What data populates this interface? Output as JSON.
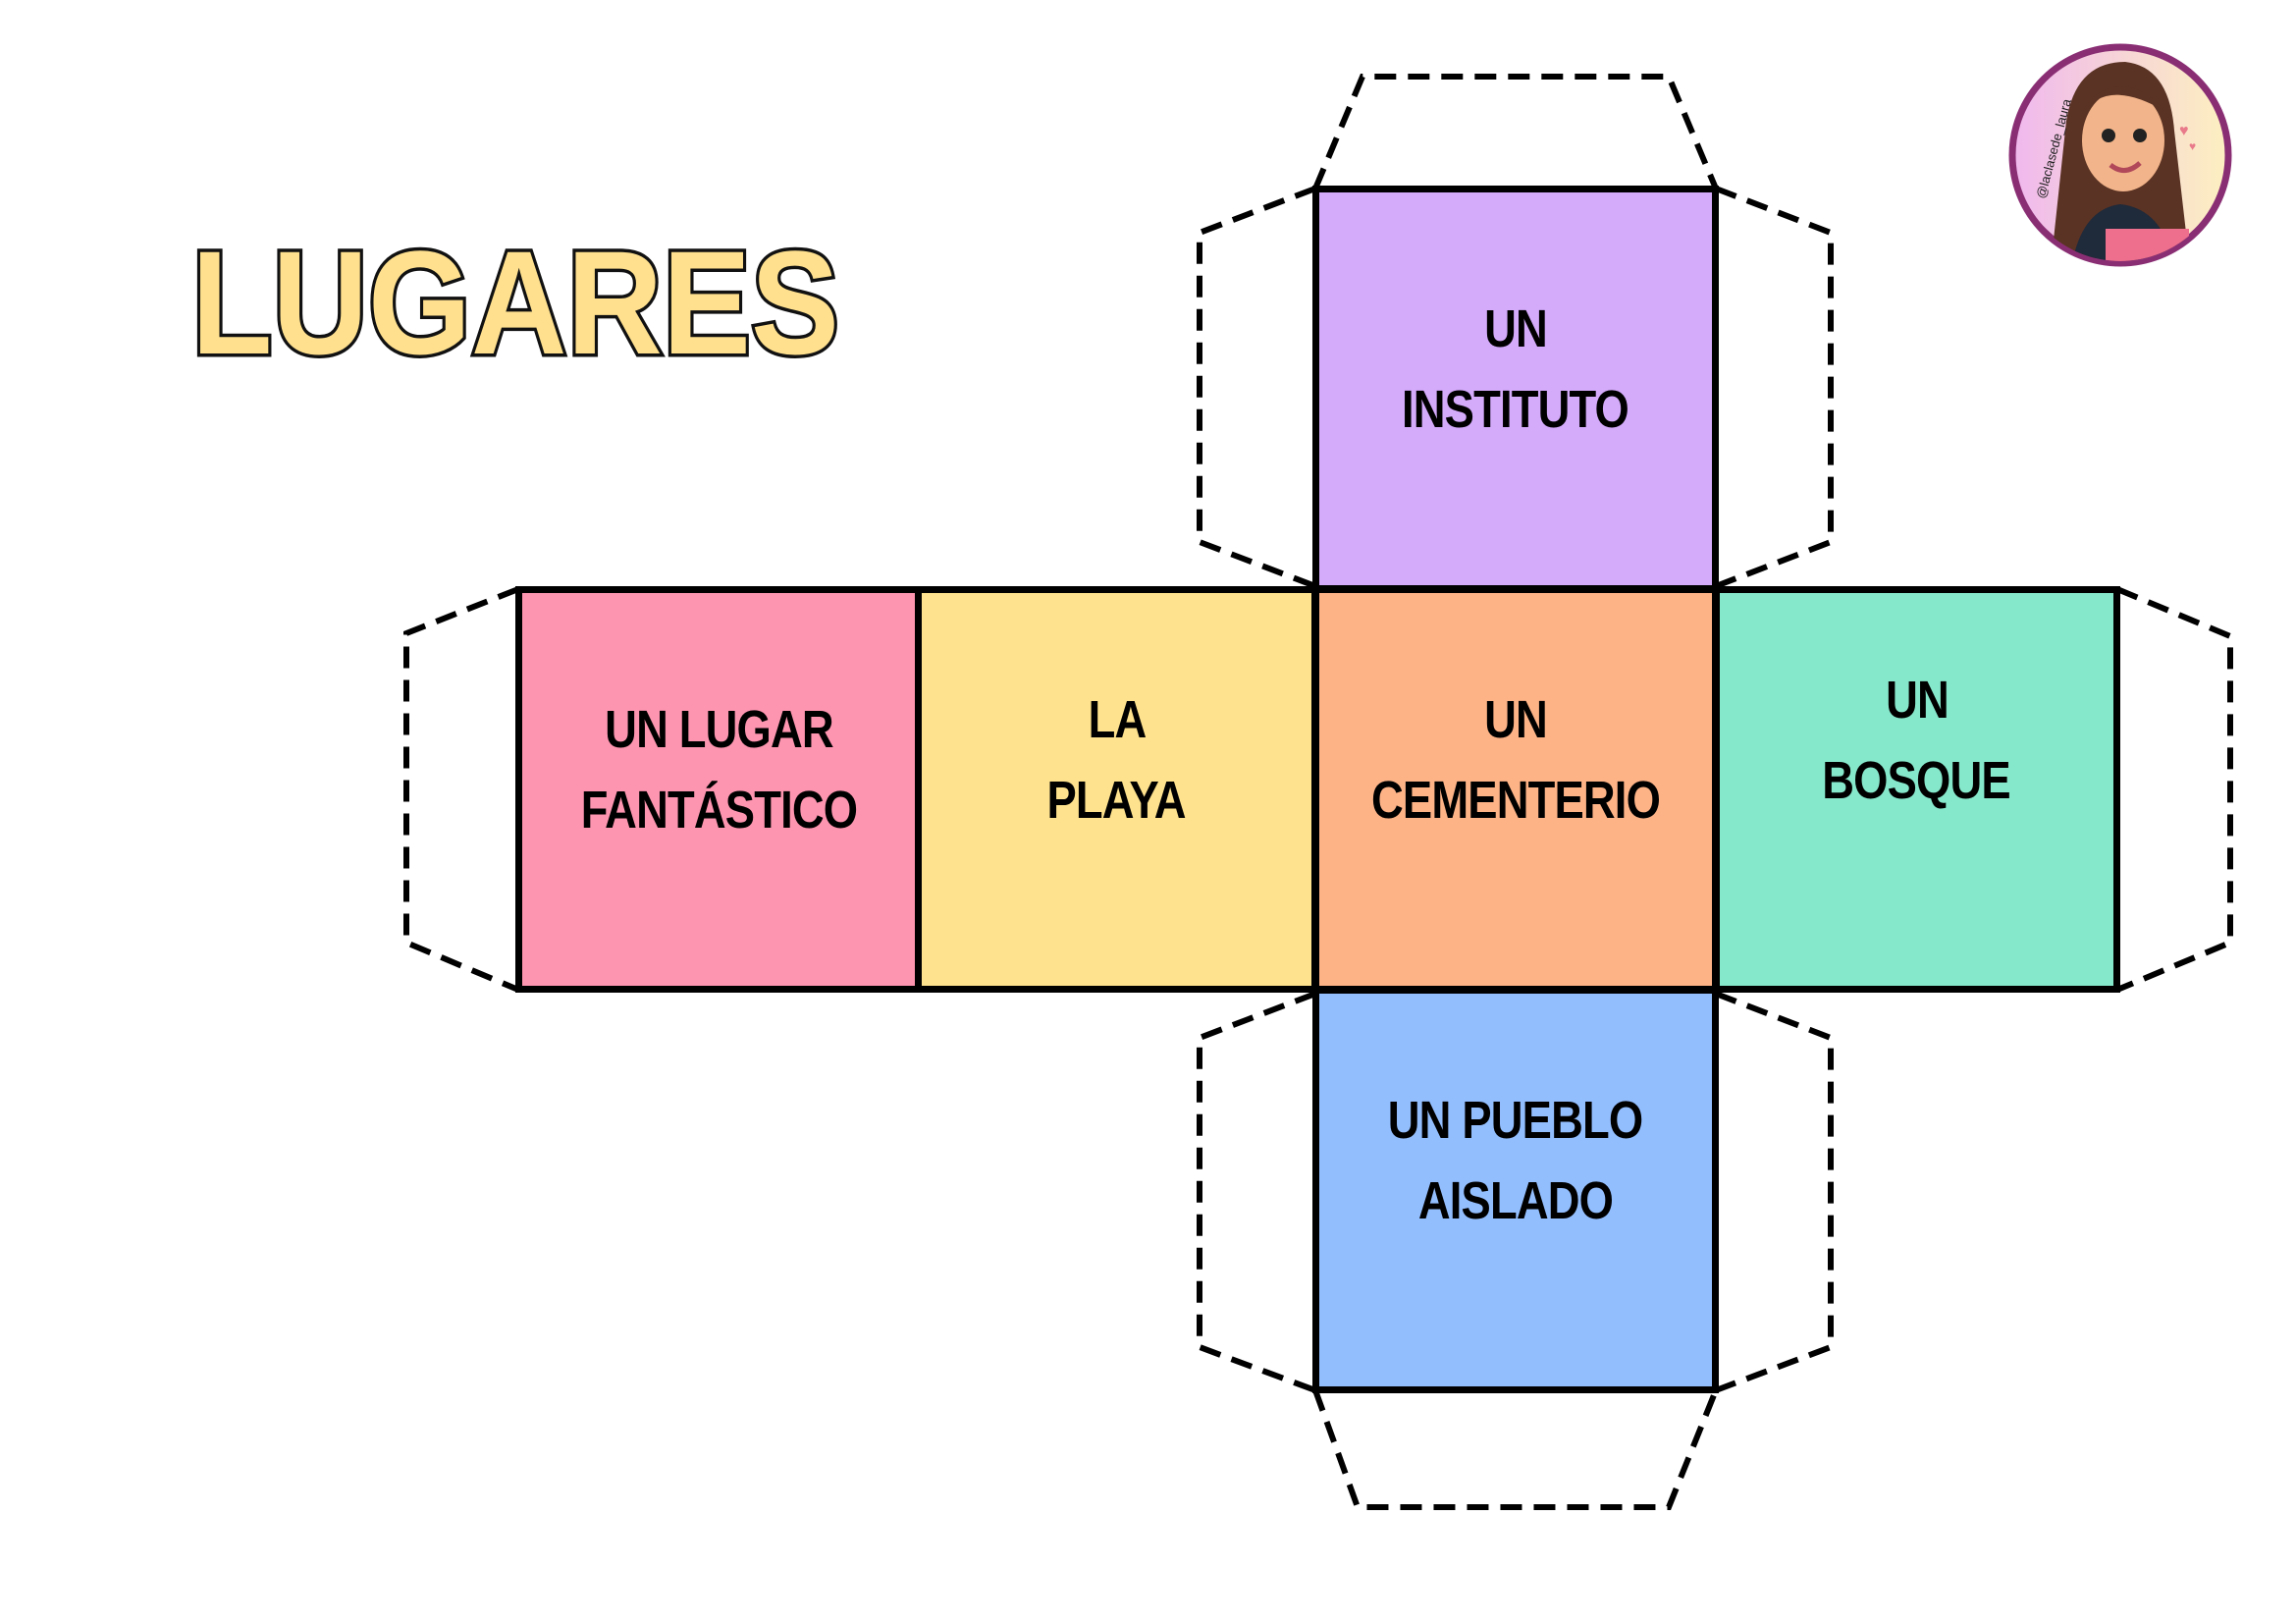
{
  "title": "LUGARES",
  "avatar": {
    "handle": "@laclasede_laura"
  },
  "faces": {
    "top": {
      "lines": [
        "UN",
        "INSTITUTO"
      ],
      "color": "#D4AAFB"
    },
    "left": {
      "lines": [
        "UN LUGAR",
        "FANTÁSTICO"
      ],
      "color": "#FE95B0"
    },
    "center_left": {
      "lines": [
        "LA",
        "PLAYA"
      ],
      "color": "#FEE28D"
    },
    "center": {
      "lines": [
        "UN",
        "CEMENTERIO"
      ],
      "color": "#FEB387"
    },
    "right": {
      "lines": [
        "UN",
        "BOSQUE"
      ],
      "color": "#86E8CB"
    },
    "bottom": {
      "lines": [
        "UN PUEBLO",
        "AISLADO"
      ],
      "color": "#93BEFE"
    }
  }
}
